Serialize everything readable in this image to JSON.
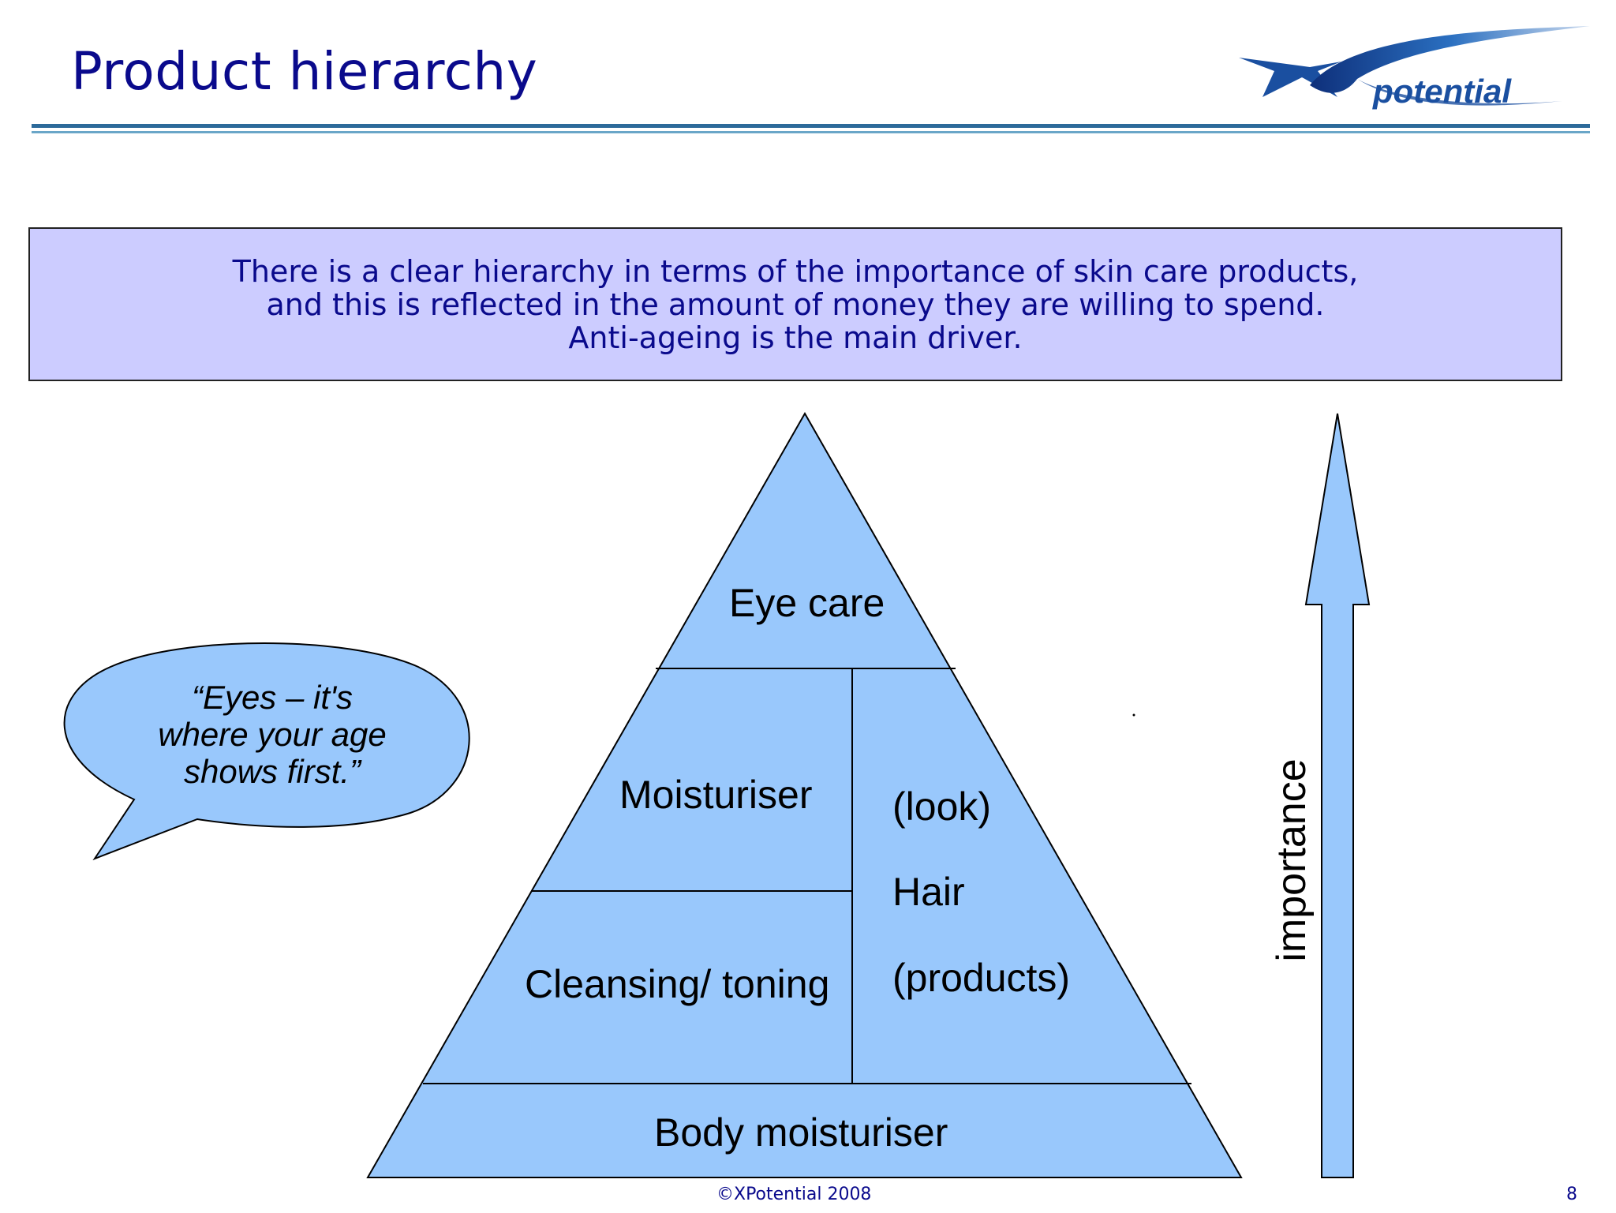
{
  "slide": {
    "title": "Product hierarchy",
    "summary_lines": [
      "There is a clear hierarchy in terms of the importance of skin care  products,",
      "and this is reflected in the amount of money they are willing to spend.",
      "Anti-ageing is the main driver."
    ],
    "quote_lines": [
      "“Eyes – it's",
      "where your age",
      "shows first.”"
    ],
    "pyramid": {
      "top": "Eye care",
      "middle_left": "Moisturiser",
      "lower_left": "Cleansing/ toning",
      "right_lines": [
        "(look)",
        "Hair",
        "(products)"
      ],
      "base": "Body moisturiser"
    },
    "arrow_label": "importance",
    "footer_copyright": "©XPotential 2008",
    "page_number": "8",
    "logo_text": "potential"
  },
  "colors": {
    "title": "#0a0a8c",
    "pyramid_fill": "#99c8fc",
    "summary_box_fill": "#ccccff",
    "logo_blue": "#1a4fa0"
  }
}
